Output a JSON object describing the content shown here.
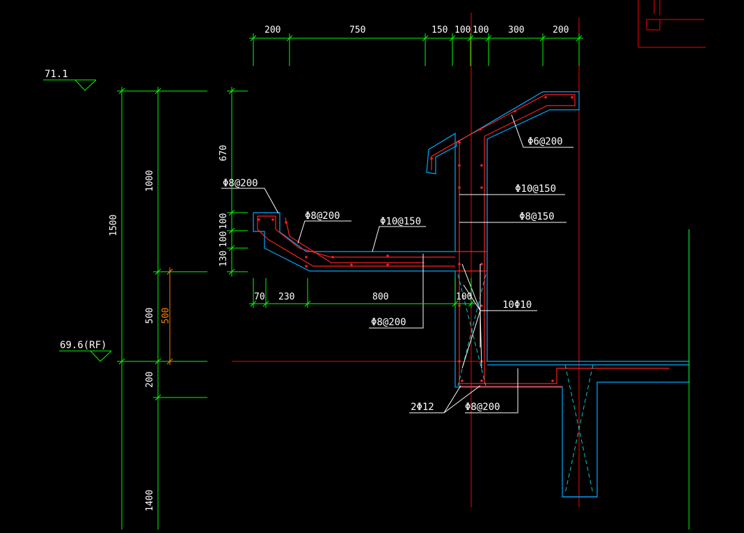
{
  "colors": {
    "background": "#000000",
    "dimension": "#00ff00",
    "concrete_outline": "#00aaff",
    "rebar": "#ff2020",
    "leader": "#ffffff",
    "axis": "#ff0000",
    "highlight_dim": "#ff7f00"
  },
  "top_dimensions": [
    "200",
    "750",
    "150",
    "100",
    "100",
    "300",
    "200"
  ],
  "left_dimensions": {
    "total": "1500",
    "upper": "1000",
    "lower_500": "500",
    "below_200": "200",
    "bottom_1400": "1400",
    "parapet_670": "670",
    "gutter_100a": "100",
    "gutter_100b": "100",
    "gutter_130": "130",
    "red_500": "500"
  },
  "bottom_dimensions": [
    "70",
    "230",
    "800",
    "100"
  ],
  "elevations": {
    "top": "71.1",
    "roof": "69.6(RF)"
  },
  "rebar_labels": {
    "phi8_200_a": "Φ8@200",
    "phi8_200_b": "Φ8@200",
    "phi10_150_a": "Φ10@150",
    "phi6_200": "Φ6@200",
    "phi10_150_b": "Φ10@150",
    "phi8_150": "Φ8@150",
    "ten_phi10": "10Φ10",
    "phi8_200_c": "Φ8@200",
    "two_phi12": "2Φ12",
    "phi8_200_d": "Φ8@200"
  }
}
